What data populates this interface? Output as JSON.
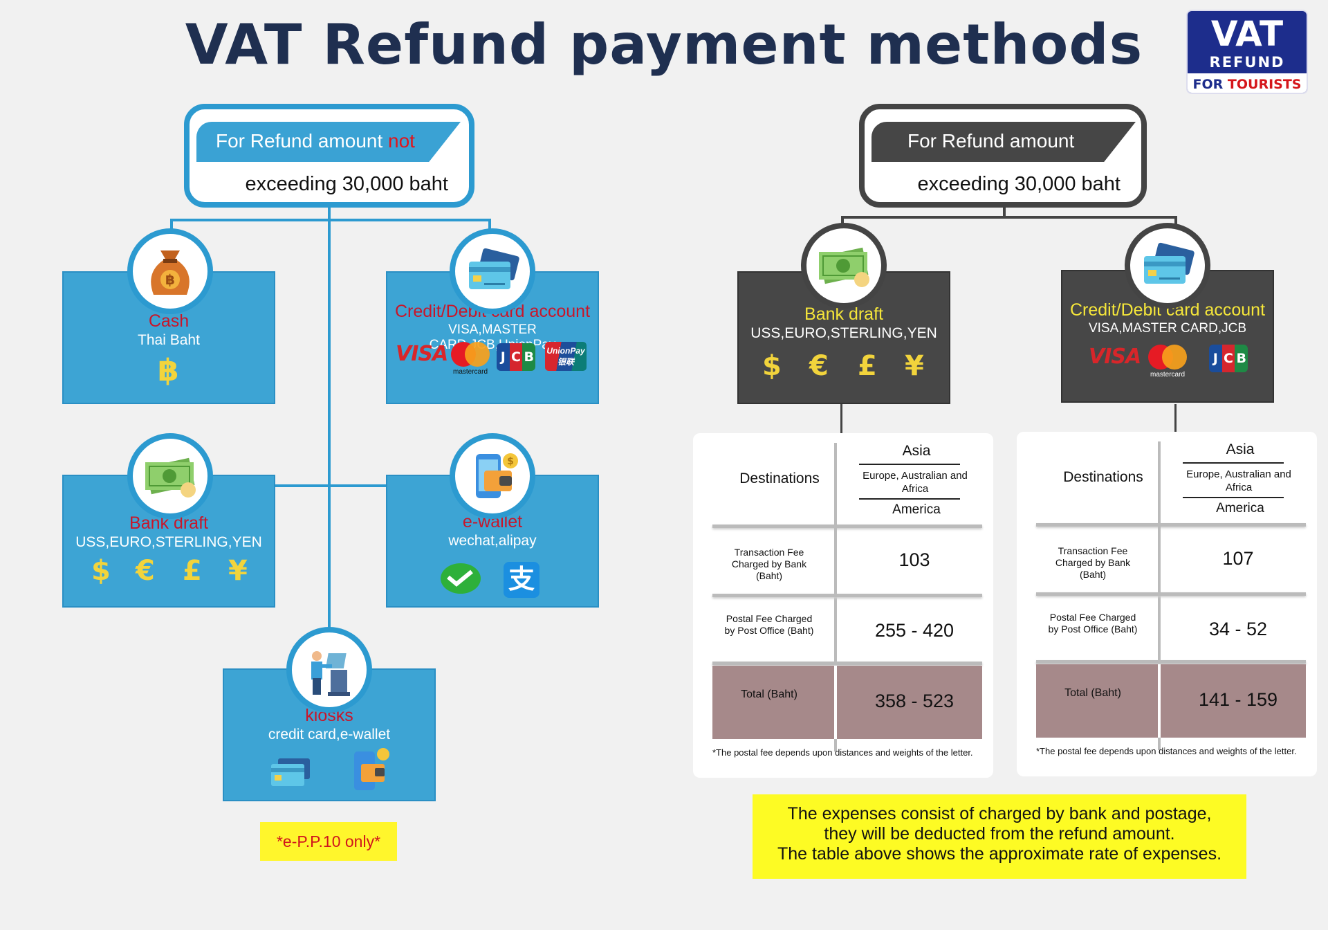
{
  "title": "VAT Refund payment methods",
  "logo": {
    "line1": "VAT",
    "line2": "REFUND",
    "line3a": "FOR ",
    "line3b": "TOURISTS"
  },
  "left": {
    "header": {
      "line1a": "For Refund amount ",
      "line1b": "not",
      "line2": "exceeding 30,000 baht"
    },
    "cash": {
      "name": "Cash",
      "sub": "Thai Baht",
      "symbol": "฿"
    },
    "card": {
      "name": "Credit/Debit card account",
      "sub": "VISA,MASTER CARD,JCB,UnionPay"
    },
    "bank": {
      "name": "Bank draft",
      "sub": "USS,EURO,STERLING,YEN",
      "symbols": [
        "$",
        "€",
        "£",
        "¥"
      ]
    },
    "ewallet": {
      "name": "e-wallet",
      "sub": "wechat,alipay"
    },
    "kiosk": {
      "name": "kiosks",
      "sub": "credit card,e-wallet"
    },
    "tag": "*e-P.P.10 only*"
  },
  "right": {
    "header": {
      "line1": "For Refund amount",
      "line2": "exceeding 30,000 baht"
    },
    "bank": {
      "name": "Bank draft",
      "sub": "USS,EURO,STERLING,YEN",
      "symbols": [
        "$",
        "€",
        "£",
        "¥"
      ]
    },
    "card": {
      "name": "Credit/Debit card account",
      "sub": "VISA,MASTER CARD,JCB"
    }
  },
  "logos": {
    "visa": "VISA",
    "mastercard": "mastercard",
    "jcb": [
      "J",
      "C",
      "B"
    ],
    "unionpay1": "UnionPay",
    "unionpay2": "银联"
  },
  "tables": [
    {
      "destinations": "Destinations",
      "regions": [
        "Asia",
        "Europe, Australian and Africa",
        "America"
      ],
      "fee_label": "Transaction Fee Charged by Bank (Baht)",
      "fee": "103",
      "postal_label": "Postal Fee Charged by Post Office (Baht)",
      "postal": "255 - 420",
      "total_label": "Total (Baht)",
      "total": "358 - 523",
      "note": "*The postal fee depends upon distances and weights of the letter."
    },
    {
      "destinations": "Destinations",
      "regions": [
        "Asia",
        "Europe, Australian and Africa",
        "America"
      ],
      "fee_label": "Transaction Fee Charged by Bank (Baht)",
      "fee": "107",
      "postal_label": "Postal Fee Charged by Post Office (Baht)",
      "postal": "34 - 52",
      "total_label": "Total (Baht)",
      "total": "141 - 159",
      "note": "*The postal fee depends upon distances and weights of the letter."
    }
  ],
  "notice": [
    "The expenses consist of charged by bank and postage,",
    "they will be deducted from the refund amount.",
    "The table above shows the approximate rate of expenses."
  ]
}
